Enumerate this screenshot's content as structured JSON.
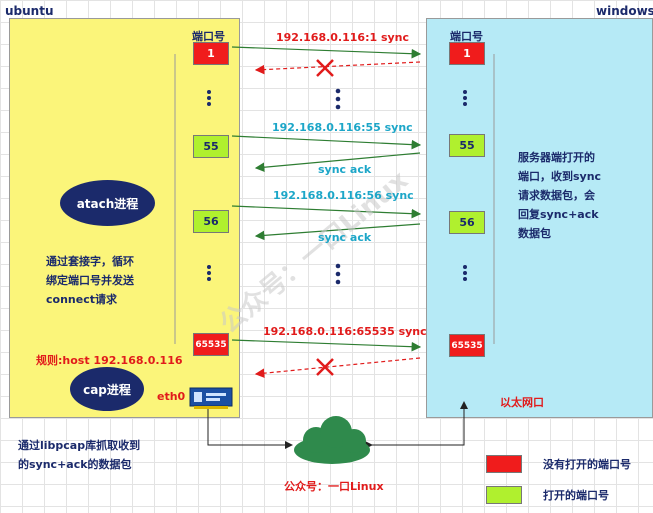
{
  "ubuntu": {
    "title": "ubuntu",
    "port_header": "端口号",
    "ports": [
      "1",
      "55",
      "56",
      "65535"
    ],
    "atach_label": "atach进程",
    "description": "通过套接字，循环\n绑定端口号并发送\nconnect请求",
    "rule": "规则:host 192.168.0.116",
    "cap_label": "cap进程",
    "eth_label": "eth0"
  },
  "windows": {
    "title": "windows",
    "port_header": "端口号",
    "ports": [
      "1",
      "55",
      "56",
      "65535"
    ],
    "description": "服务器端打开的\n端口，收到sync\n请求数据包，会\n回复sync+ack\n数据包",
    "nic_label": "以太网口"
  },
  "arrows": {
    "sync_1": "192.168.0.116:1 sync",
    "sync_55": "192.168.0.116:55 sync",
    "ack_55": "sync ack",
    "sync_56": "192.168.0.116:56 sync",
    "ack_56": "sync ack",
    "sync_65535": "192.168.0.116:65535 sync"
  },
  "capture_note": "通过libpcap库抓取收到\n的sync+ack的数据包",
  "cloud_label": "公众号：一口Linux",
  "watermark": "公众号：一口Linux",
  "legend": {
    "closed": "没有打开的端口号",
    "open": "打开的端口号"
  },
  "colors": {
    "closed_port": "#f01c1c",
    "open_port": "#b0f02e",
    "ubuntu_bg": "#fbf57a",
    "windows_bg": "#b6eaf6",
    "oval": "#1b2a6b",
    "cloud": "#2f8a4c"
  }
}
